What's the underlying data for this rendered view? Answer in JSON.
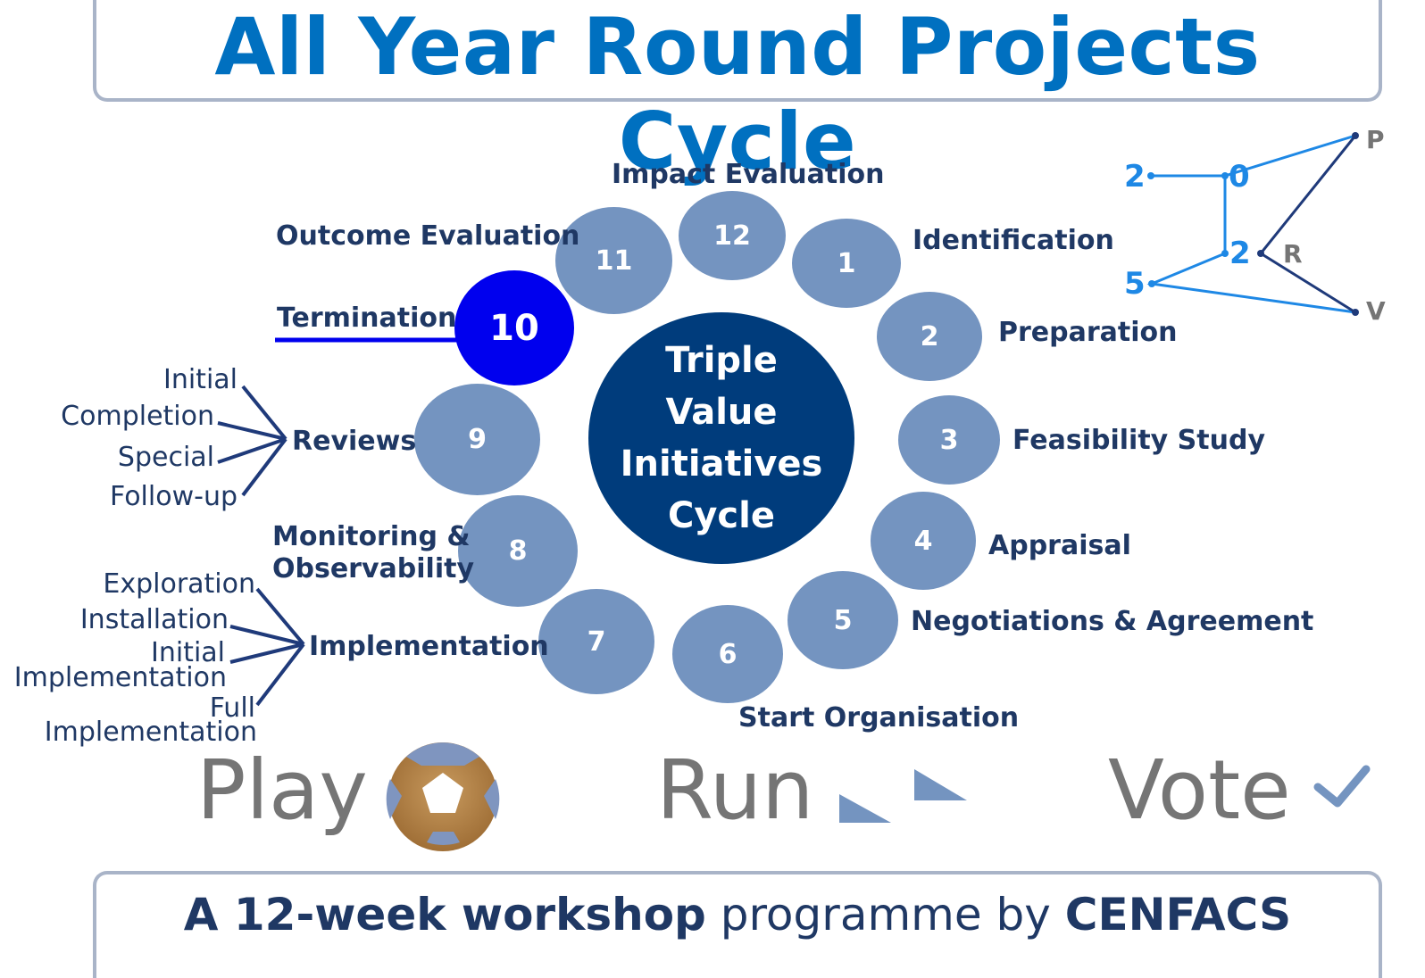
{
  "title": "All Year Round Projects Cycle",
  "hub": {
    "lines": [
      "Triple",
      "Value",
      "Initiatives",
      "Cycle"
    ]
  },
  "steps": [
    {
      "number": "1",
      "label": "Identification"
    },
    {
      "number": "2",
      "label": "Preparation"
    },
    {
      "number": "3",
      "label": "Feasibility Study"
    },
    {
      "number": "4",
      "label": "Appraisal"
    },
    {
      "number": "5",
      "label": "Negotiations & Agreement"
    },
    {
      "number": "6",
      "label": "Start Organisation"
    },
    {
      "number": "7",
      "label": "Implementation"
    },
    {
      "number": "8",
      "label": "Monitoring & Observability"
    },
    {
      "number": "9",
      "label": "Reviews"
    },
    {
      "number": "10",
      "label": "Termination"
    },
    {
      "number": "11",
      "label": "Outcome Evaluation"
    },
    {
      "number": "12",
      "label": "Impact Evaluation"
    }
  ],
  "highlighted_step": "10",
  "monitoring_lines": [
    "Monitoring &",
    "Observability"
  ],
  "reviews_types": [
    "Initial",
    "Completion",
    "Special",
    "Follow-up"
  ],
  "implementation_stages": [
    "Exploration",
    "Installation",
    "Initial",
    "Implementation",
    "Full",
    "Implementation"
  ],
  "prv": {
    "digits": [
      "2",
      "0",
      "2",
      "5"
    ],
    "letters": [
      "P",
      "R",
      "V"
    ]
  },
  "actions": [
    "Play",
    "Run",
    "Vote"
  ],
  "footer": {
    "bold1": "A 12-week workshop",
    "normal": " programme by ",
    "bold2": "CENFACS"
  },
  "colors": {
    "title": "#0070c0",
    "circle": "#7494c0",
    "highlight": "#0000ee",
    "hub": "#003c7c",
    "label": "#1f3864",
    "prv_digits": "#1e88e5",
    "prv_lines": "#1f3a7a",
    "grey_words": "#757575",
    "frame": "#a9b4c8"
  },
  "icons": [
    "sand-ball-icon",
    "ramp-icon",
    "checkmark-icon"
  ]
}
